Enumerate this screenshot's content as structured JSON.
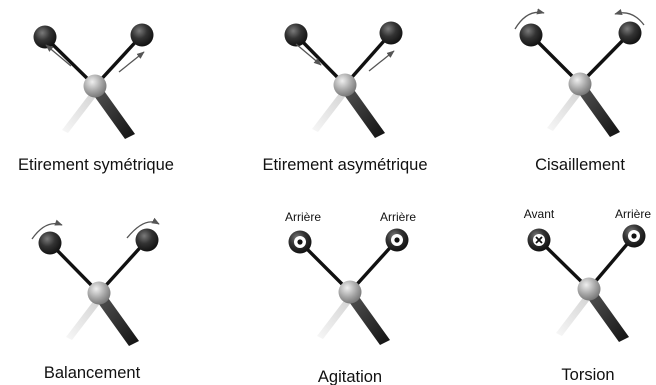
{
  "modes": [
    {
      "name": "Etirement symétrique",
      "arrows": "sym-stretch",
      "tags": []
    },
    {
      "name": "Etirement asymétrique",
      "arrows": "asym-stretch",
      "tags": []
    },
    {
      "name": "Cisaillement",
      "arrows": "scissor",
      "tags": []
    },
    {
      "name": "Balancement",
      "arrows": "rock",
      "tags": []
    },
    {
      "name": "Agitation",
      "arrows": "none",
      "tags": [
        {
          "label": "Arrière",
          "marker": "dot"
        },
        {
          "label": "Arrière",
          "marker": "dot"
        }
      ]
    },
    {
      "name": "Torsion",
      "arrows": "none",
      "tags": [
        {
          "label": "Avant",
          "marker": "cross"
        },
        {
          "label": "Arrière",
          "marker": "dot"
        }
      ]
    }
  ],
  "colors": {
    "outer_atom": "#2e2e2e",
    "center_atom": "#a8a8a8",
    "bond": "#111111",
    "arrow": "#555555",
    "wedge_dark": "#222222",
    "wedge_light": "#e2e2e2"
  }
}
